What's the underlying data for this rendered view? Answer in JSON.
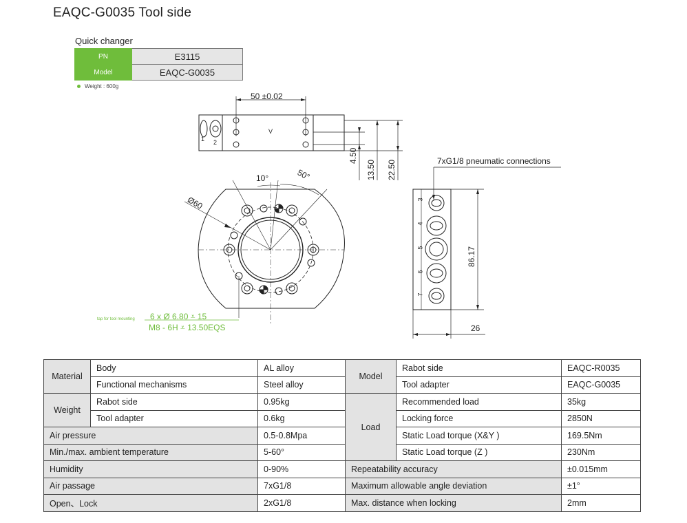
{
  "title": "EAQC-G0035  Tool side",
  "quick_changer": {
    "label": "Quick changer",
    "rows": [
      {
        "key": "PN",
        "value": "E3115"
      },
      {
        "key": "Model",
        "value": "EAQC-G0035"
      }
    ],
    "weight": "Weight : 600g"
  },
  "drawing": {
    "dim_50": "50 ±0.02",
    "dim_450": "4.50",
    "dim_1350": "13.50",
    "dim_2250": "22.50",
    "angle_10": "10°",
    "angle_50": "50°",
    "diameter_60": "Ø60",
    "hole_line1": "6 x  Ø 6.80  ⩡ 15",
    "hole_line2": "M8 - 6H  ⩡ 13.50EQS",
    "hole_note": "tap for tool mounting",
    "pneumatic_label": "7xG1/8 pneumatic connections",
    "dim_8617": "86.17",
    "dim_26": "26",
    "port_numbers": [
      "3",
      "4",
      "5",
      "6",
      "7"
    ],
    "top_marks": [
      "1",
      "2",
      "V"
    ]
  },
  "specs": {
    "material_label": "Material",
    "material_body": "Body",
    "material_body_val": "AL alloy",
    "material_func": "Functional mechanisms",
    "material_func_val": "Steel alloy",
    "weight_label": "Weight",
    "weight_robot": "Rabot side",
    "weight_robot_val": "0.95kg",
    "weight_tool": "Tool adapter",
    "weight_tool_val": "0.6kg",
    "air_pressure": "Air pressure",
    "air_pressure_val": "0.5-0.8Mpa",
    "temp": "Min./max. ambient temperature",
    "temp_val": "5-60°",
    "humidity": "Humidity",
    "humidity_val": "0-90%",
    "air_passage": "Air passage",
    "air_passage_val": "7xG1/8",
    "open_lock": "Open、Lock",
    "open_lock_val": "2xG1/8",
    "model_label": "Model",
    "model_robot": "Rabot side",
    "model_robot_val": "EAQC-R0035",
    "model_tool": "Tool adapter",
    "model_tool_val": "EAQC-G0035",
    "load_label": "Load",
    "load_rec": "Recommended load",
    "load_rec_val": "35kg",
    "load_lock": "Locking force",
    "load_lock_val": "2850N",
    "load_xy": "Static Load torque (X&Y )",
    "load_xy_val": "169.5Nm",
    "load_z": "Static Load torque (Z )",
    "load_z_val": "230Nm",
    "repeat": "Repeatability accuracy",
    "repeat_val": "±0.015mm",
    "angle_dev": "Maximum allowable angle deviation",
    "angle_dev_val": "±1°",
    "max_dist": "Max. distance when locking",
    "max_dist_val": "2mm"
  }
}
